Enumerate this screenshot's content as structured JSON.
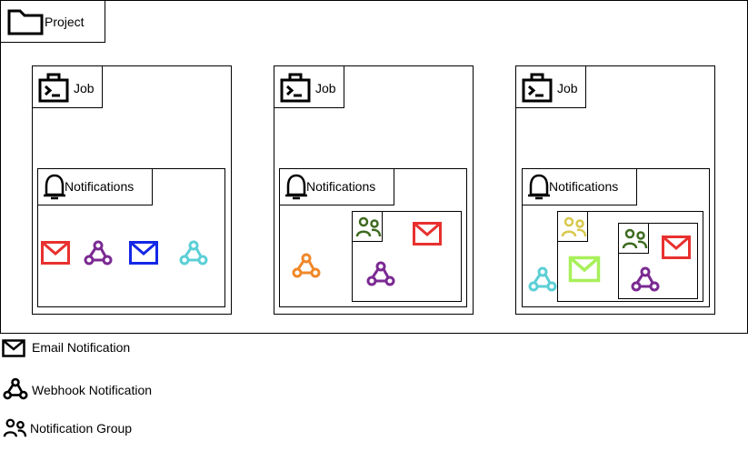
{
  "project": {
    "label": "Project"
  },
  "job_label": "Job",
  "notifications_label": "Notifications",
  "colors": {
    "red": "#e8312f",
    "purple": "#7b2a92",
    "blue": "#1428e6",
    "cyan": "#5ccfd6",
    "orange": "#f0882a",
    "dark_green": "#3e6b1f",
    "yellow": "#d8c84a",
    "lime": "#a8f05a"
  },
  "legend": {
    "email": "Email Notification",
    "webhook": "Webhook Notification",
    "group": "Notification Group"
  }
}
